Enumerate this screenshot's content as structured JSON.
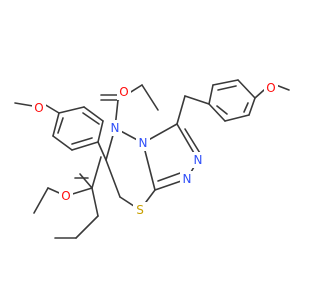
{
  "molecule": {
    "atom_labels": [
      {
        "id": "o-acyl-top",
        "text": "O",
        "color": "#ff0d0d"
      },
      {
        "id": "o-methoxy-right",
        "text": "O",
        "color": "#ff0d0d"
      },
      {
        "id": "o-methoxy-left",
        "text": "O",
        "color": "#ff0d0d"
      },
      {
        "id": "n-ring-junction",
        "text": "N",
        "color": "#3050f8"
      },
      {
        "id": "n-ring-bridge",
        "text": "N",
        "color": "#3050f8"
      },
      {
        "id": "n-triazole-right",
        "text": "N",
        "color": "#3050f8"
      },
      {
        "id": "n-triazole-left",
        "text": "N",
        "color": "#3050f8"
      },
      {
        "id": "s-thiadiazine",
        "text": "S",
        "color": "#c8a000"
      },
      {
        "id": "o-acyl-bottom",
        "text": "O",
        "color": "#ff0d0d"
      }
    ]
  }
}
